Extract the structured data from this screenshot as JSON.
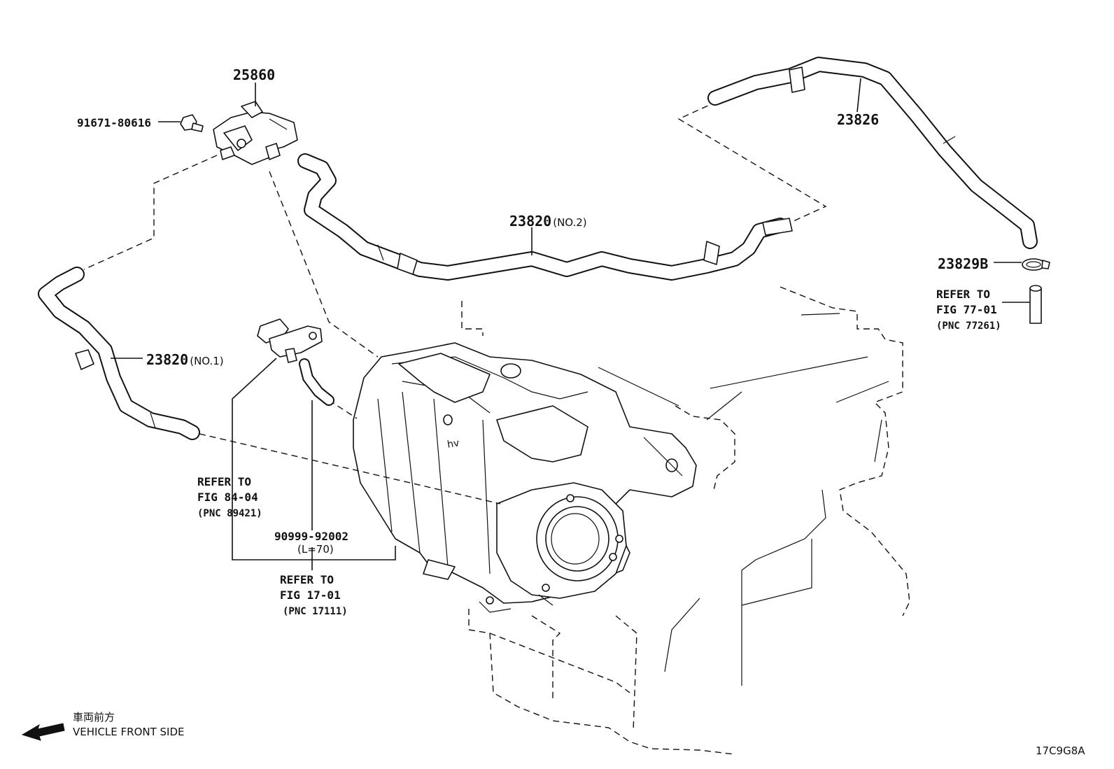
{
  "labels": {
    "p25860": "25860",
    "p91671": "91671-80616",
    "p23826": "23826",
    "p23820_no2": "23820",
    "p23820_no2_sfx": "(NO.2)",
    "p23820_no1": "23820",
    "p23820_no1_sfx": "(NO.1)",
    "p23829b": "23829B",
    "p90999": "90999-92002",
    "p90999_len": "(L=70)"
  },
  "refs": {
    "fig77": {
      "line1": "REFER TO",
      "line2": "FIG 77-01",
      "line3": "(PNC 77261)"
    },
    "fig84": {
      "line1": "REFER TO",
      "line2": "FIG 84-04",
      "line3": "(PNC 89421)"
    },
    "fig17": {
      "line1": "REFER TO",
      "line2": "FIG 17-01",
      "line3": "(PNC 17111)"
    }
  },
  "direction": {
    "jp": "車両前方",
    "en": "VEHICLE FRONT SIDE"
  },
  "figure_code": "17C9G8A"
}
